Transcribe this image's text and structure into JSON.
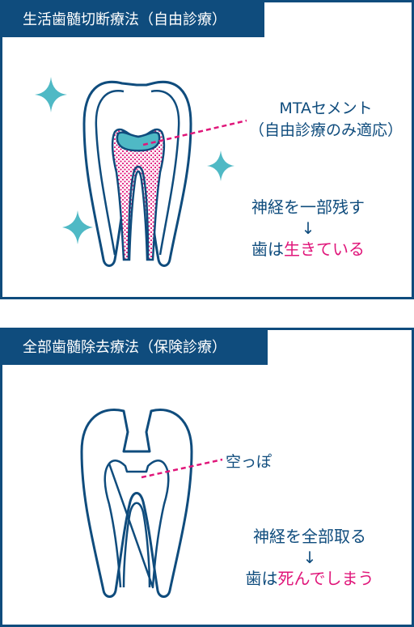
{
  "colors": {
    "navy": "#0f4c7d",
    "pink": "#e0167a",
    "teal": "#4fb9c5",
    "white": "#ffffff"
  },
  "panel1": {
    "title": "生活歯髄切断療法（自由診療）",
    "label_line1": "MTAセメント",
    "label_line2": "（自由診療のみ適応）",
    "result_line1": "神経を一部残す",
    "arrow": "↓",
    "result_prefix": "歯は",
    "result_highlight": "生きている"
  },
  "panel2": {
    "title": "全部歯髄除去療法（保険診療）",
    "label": "空っぽ",
    "result_line1": "神経を全部取る",
    "arrow": "↓",
    "result_prefix": "歯は",
    "result_highlight": "死んでしまう"
  }
}
